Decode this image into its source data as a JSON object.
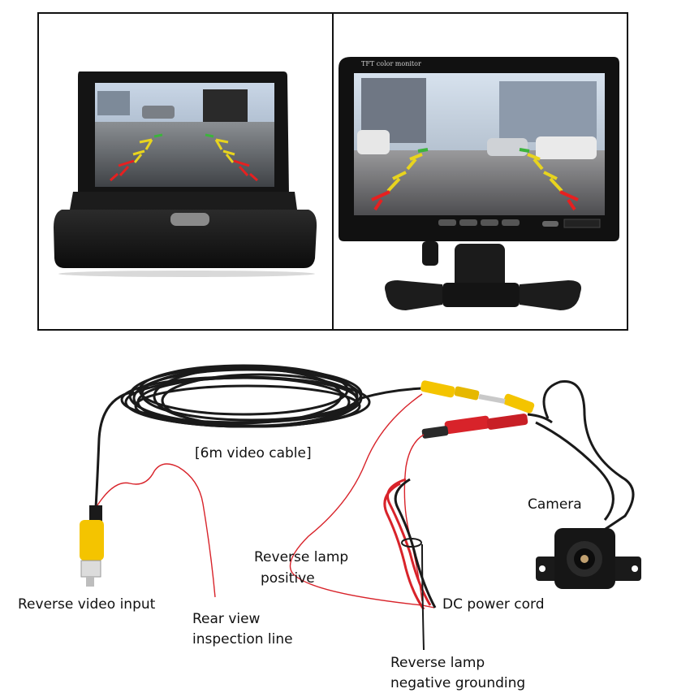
{
  "monitor_right": {
    "brand_text": "TFT color monitor"
  },
  "labels": {
    "video_cable": "[6m video cable]",
    "camera": "Camera",
    "reverse_lamp_positive_line1": "Reverse lamp",
    "reverse_lamp_positive_line2": "positive",
    "reverse_video_input": "Reverse video input",
    "rear_view_line1": "Rear view",
    "rear_view_line2": "inspection line",
    "dc_power_cord": "DC power cord",
    "negative_grounding_line1": "Reverse lamp",
    "negative_grounding_line2": "negative grounding"
  },
  "colors": {
    "border": "#111111",
    "cable": "#1a1a1a",
    "red_wire": "#d8232a",
    "yellow_plug": "#f4c400",
    "guide_red": "#e62020",
    "guide_yellow": "#e8d41e",
    "guide_green": "#3cb43c"
  }
}
